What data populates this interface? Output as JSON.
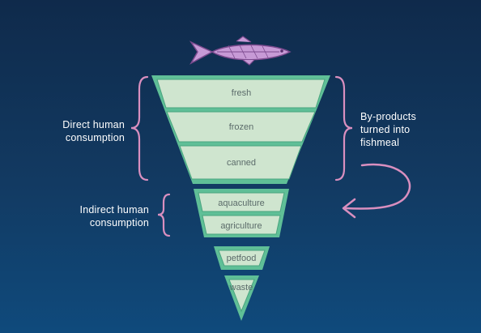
{
  "diagram": {
    "tiers": [
      {
        "label": "fresh"
      },
      {
        "label": "frozen"
      },
      {
        "label": "canned"
      },
      {
        "label": "aquaculture"
      },
      {
        "label": "agriculture"
      },
      {
        "label": "petfood"
      },
      {
        "label": "waste"
      }
    ],
    "annotations": {
      "direct_line1": "Direct human",
      "direct_line2": "consumption",
      "indirect_line1": "Indirect human",
      "indirect_line2": "consumption",
      "byproducts_line1": "By-products",
      "byproducts_line2": "turned into",
      "byproducts_line3": "fishmeal"
    },
    "icons": {
      "fish": "fish-icon",
      "left_brace": "brace-icon",
      "right_brace": "brace-icon",
      "arrow": "curved-arrow-icon"
    },
    "colors": {
      "background_top": "#0f2a4b",
      "background_bottom": "#0f4a7c",
      "tier_fill": "#cfe5cf",
      "tier_border": "#5fbf97",
      "brace": "#d98fbf",
      "fish": "#c79ad6",
      "text_white": "#ffffff"
    }
  }
}
